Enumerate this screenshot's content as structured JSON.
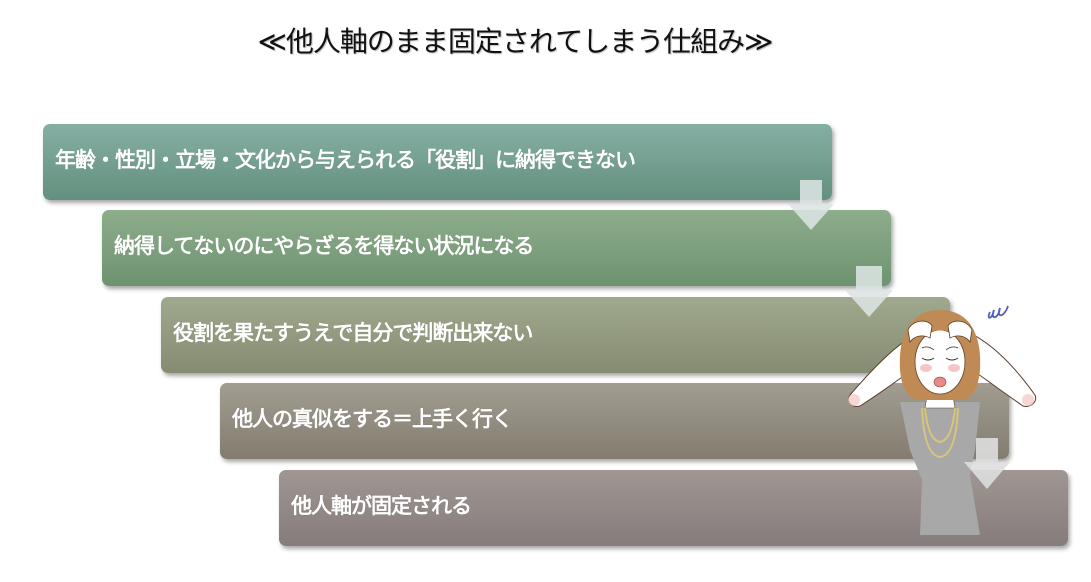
{
  "title": "≪他人軸のまま固定されてしまう仕組み≫",
  "steps": [
    {
      "label": "年齢・性別・立場・文化から与えられる「役割」に納得できない",
      "color_top": "#86AFA3",
      "color_bottom": "#63907F"
    },
    {
      "label": "納得してないのにやらざるを得ない状況になる",
      "color_top": "#8DAD8C",
      "color_bottom": "#6E9370"
    },
    {
      "label": "役割を果たすうえで自分で判断出来ない",
      "color_top": "#A0A88E",
      "color_bottom": "#858C71"
    },
    {
      "label": "他人の真似をする＝上手く行く",
      "color_top": "#A19D90",
      "color_bottom": "#837D70"
    },
    {
      "label": "他人軸が固定される",
      "color_top": "#A09694",
      "color_bottom": "#857C7B"
    }
  ],
  "arrows": [
    {
      "from": 1,
      "to": 2
    },
    {
      "from": 2,
      "to": 3
    },
    {
      "from": 3,
      "to": 4
    },
    {
      "from": 4,
      "to": 5
    }
  ],
  "illustration": {
    "subject": "stressed-woman-holding-head",
    "hair_color": "#C08A55",
    "dress_color": "#A8A8A8",
    "necklace_color": "#D8C57A",
    "stress_mark_color": "#5060B8"
  }
}
